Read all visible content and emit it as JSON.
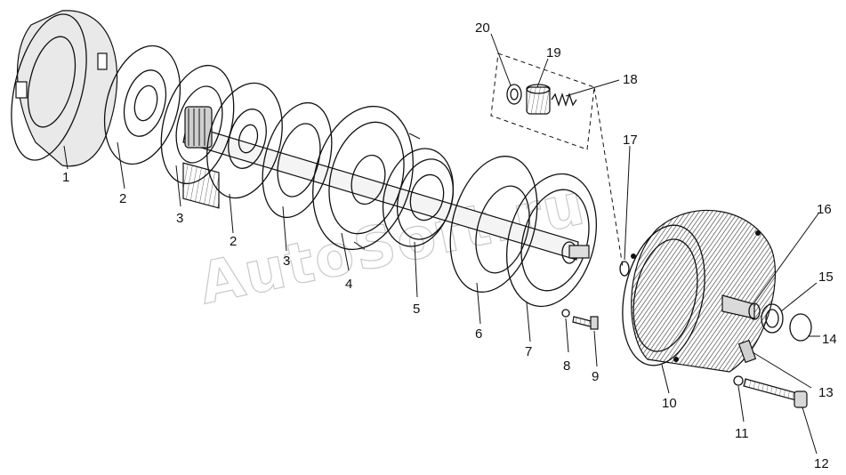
{
  "watermark": "AutoSoft.ru",
  "callouts": [
    "1",
    "2",
    "3",
    "2",
    "3",
    "4",
    "5",
    "6",
    "7",
    "8",
    "9",
    "10",
    "11",
    "12",
    "13",
    "14",
    "15",
    "16",
    "17",
    "18",
    "19",
    "20"
  ],
  "palette": {
    "ink": "#111111",
    "shade": "#6b6b6b",
    "paper": "#ffffff",
    "watermark": "#c9c9c9"
  }
}
